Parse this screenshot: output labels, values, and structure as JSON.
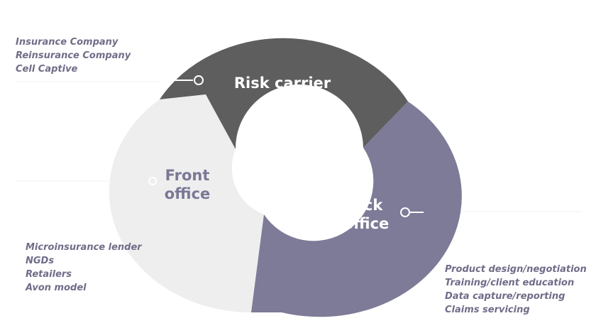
{
  "segments": {
    "risk_carrier": {
      "label": "Risk carrier",
      "color": "#5e5e5e",
      "text_color": "#ffffff"
    },
    "back_office": {
      "label_line1": "Back",
      "label_line2": "office",
      "color": "#7d7b97",
      "text_color": "#ffffff"
    },
    "front_office": {
      "label_line1": "Front",
      "label_line2": "office",
      "color": "#eeeeee",
      "text_color": "#7a7896"
    }
  },
  "lists": {
    "risk_carrier": [
      "Insurance Company",
      "Reinsurance Company",
      "Cell Captive"
    ],
    "front_office": [
      "Microinsurance lender",
      "NGDs",
      "Retailers",
      "Avon model"
    ],
    "back_office": [
      "Product design/negotiation",
      "Training/client education",
      "Data capture/reporting",
      "Claims servicing"
    ]
  },
  "colors": {
    "list_text": "#6f6d88",
    "connector": "#ffffff"
  }
}
